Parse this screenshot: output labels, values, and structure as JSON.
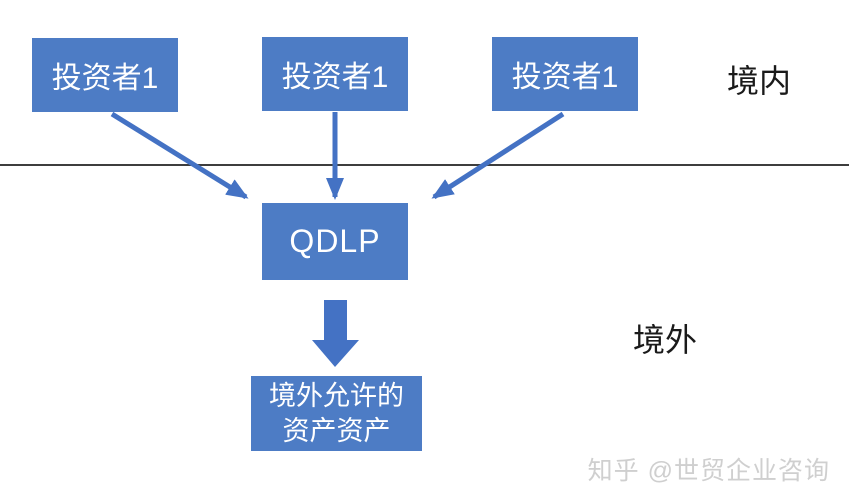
{
  "diagram": {
    "title_implied": "QDLP structure flow",
    "investors": [
      {
        "label": "投资者1"
      },
      {
        "label": "投资者1"
      },
      {
        "label": "投资者1"
      }
    ],
    "qdlp": {
      "label": "QDLP"
    },
    "destination": {
      "line1": "境外允许的",
      "line2": "资产资产"
    },
    "regions": {
      "domestic": "境内",
      "overseas": "境外"
    },
    "watermark": "知乎 @世贸企业咨询"
  },
  "colors": {
    "box_fill": "#4d7cc5",
    "box_text": "#ffffff",
    "arrow": "#4472c4",
    "divider": "#3d3d3d",
    "label_text": "#1a1a1a",
    "watermark": "#cfcfcf"
  }
}
